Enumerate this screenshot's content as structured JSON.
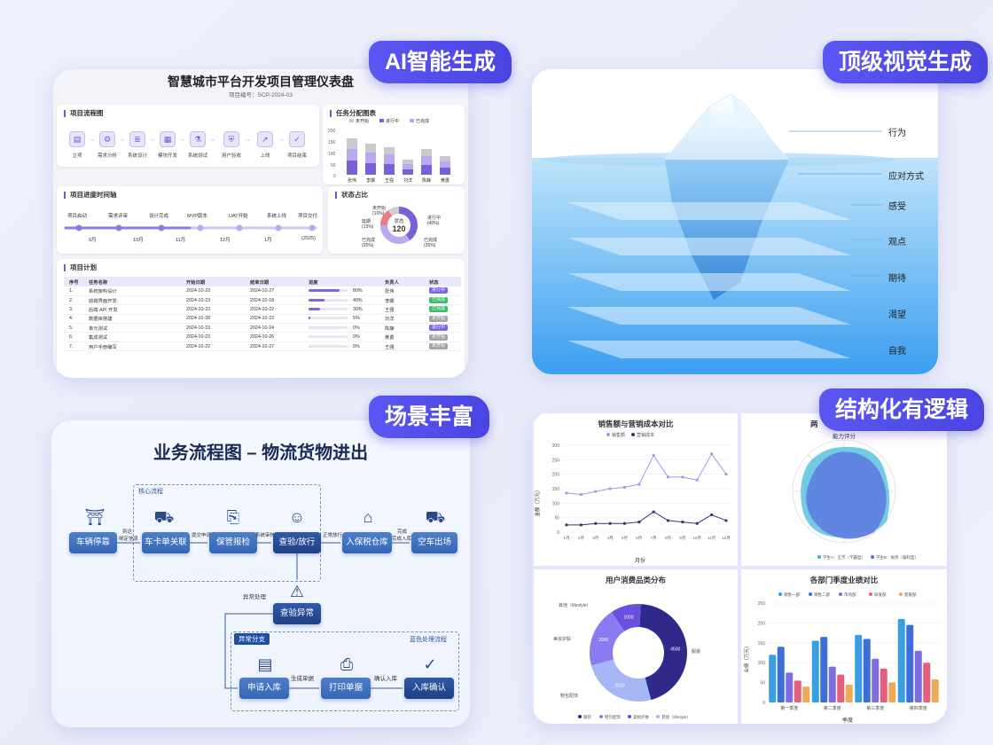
{
  "tags": {
    "t1": "AI智能生成",
    "t2": "顶级视觉生成",
    "t3": "场景丰富",
    "t4": "结构化有逻辑"
  },
  "dashboard": {
    "title": "智慧城市平台开发项目管理仪表盘",
    "subtitle": "项目编号：SCP-2024-03",
    "flow_title": "项目流程图",
    "flow_steps": [
      "立项",
      "需求分析",
      "系统设计",
      "模块开发",
      "系统测试",
      "用户验收",
      "上线",
      "项目结束"
    ],
    "task_title": "任务分配图表",
    "task_legend": [
      "未开始",
      "进行中",
      "已完成"
    ],
    "task_people": [
      "张伟",
      "李娜",
      "王强",
      "刘洋",
      "陈静",
      "黄勇"
    ],
    "task_ticks": [
      "200",
      "150",
      "100",
      "50",
      "0"
    ],
    "timeline_title": "项目进度时间轴",
    "milestones": [
      "项目启动",
      "需求评审",
      "设计完成",
      "MVP版本",
      "UAT开始",
      "系统上线",
      "项目交付"
    ],
    "months": [
      "9月",
      "10月",
      "11月",
      "12月",
      "1月",
      "(2025)"
    ],
    "status_title": "状态占比",
    "status_center": "状态",
    "status_total": "120",
    "status_labels": {
      "ns": "未开始",
      "ns_p": "(10%)",
      "done": "已完成",
      "done_p": "(35%)",
      "ip": "进行中",
      "ip_p": "(40%)",
      "dl": "延期",
      "dl_p": "(15%)"
    },
    "plan_title": "项目计划",
    "plan_headers": [
      "序号",
      "任务名称",
      "开始日期",
      "结束日期",
      "进度",
      "负责人",
      "状态"
    ],
    "plan_rows": [
      {
        "no": "1.",
        "name": "系统架构设计",
        "start": "2024-10-23",
        "end": "2024-10-27",
        "pct": "80%",
        "pv": 80,
        "owner": "张伟",
        "status": "进行中",
        "sc": "#7a66e6"
      },
      {
        "no": "2.",
        "name": "前端界面开发",
        "start": "2024-10-23",
        "end": "2024-10-18",
        "pct": "40%",
        "pv": 40,
        "owner": "李娜",
        "status": "已完成",
        "sc": "#3cbf6a"
      },
      {
        "no": "3.",
        "name": "后端 API 开发",
        "start": "2024-10-23",
        "end": "2024-10-22",
        "pct": "30%",
        "pv": 30,
        "owner": "王强",
        "status": "已完成",
        "sc": "#3cbf6a"
      },
      {
        "no": "4.",
        "name": "数据库搭建",
        "start": "2024-10-28",
        "end": "2024-10-23",
        "pct": "5%",
        "pv": 5,
        "owner": "刘洋",
        "status": "未开始",
        "sc": "#a3a3a8"
      },
      {
        "no": "5.",
        "name": "单元测试",
        "start": "2024-10-23",
        "end": "2024-10-24",
        "pct": "0%",
        "pv": 0,
        "owner": "陈静",
        "status": "进行中",
        "sc": "#7a66e6"
      },
      {
        "no": "6.",
        "name": "集成测试",
        "start": "2024-10-23",
        "end": "2024-10-26",
        "pct": "0%",
        "pv": 0,
        "owner": "黄勇",
        "status": "未开始",
        "sc": "#a3a3a8"
      },
      {
        "no": "7.",
        "name": "用户手册编写",
        "start": "2024-10-22",
        "end": "2024-10-27",
        "pct": "0%",
        "pv": 0,
        "owner": "王强",
        "status": "未开始",
        "sc": "#a3a3a8"
      }
    ]
  },
  "iceberg": {
    "labels": [
      "行为",
      "应对方式",
      "感受",
      "观点",
      "期待",
      "渴望",
      "自我"
    ]
  },
  "flowchart": {
    "title": "业务流程图 – 物流货物进出",
    "core": "核心流程",
    "nodes": {
      "n1": "车辆停靠",
      "n2": "车卡单关联",
      "n3": "保管报检",
      "n4": "查验/放行",
      "n5": "入保税仓库",
      "n6": "空车出场",
      "n7": "查验异常",
      "n8": "申请入库",
      "n9": "打印单据",
      "n10": "入库确认"
    },
    "edges": {
      "e1a": "到达",
      "e1b": "绑定信息",
      "e2": "提交申请",
      "e3": "系统审核",
      "e4": "正常放行",
      "e5a": "完成",
      "e5b": "完成入库",
      "e7": "异常处理",
      "e8": "生成单据",
      "e9": "确认入库"
    },
    "exc_tag": "异常分支",
    "exc_right": "蓝色处理流程"
  },
  "chart_data": [
    {
      "type": "line",
      "title": "销售额与营销成本对比",
      "legend": [
        "销售额",
        "营销成本"
      ],
      "x": [
        "1月",
        "2月",
        "3月",
        "4月",
        "5月",
        "6月",
        "7月",
        "8月",
        "9月",
        "10月",
        "11月",
        "12月"
      ],
      "series": [
        {
          "name": "销售额",
          "values": [
            135,
            130,
            140,
            150,
            155,
            165,
            265,
            190,
            190,
            180,
            270,
            200
          ]
        },
        {
          "name": "营销成本",
          "values": [
            25,
            25,
            30,
            30,
            30,
            35,
            70,
            40,
            35,
            30,
            60,
            40
          ]
        }
      ],
      "ylabel": "金额（万元）",
      "xlabel": "月份",
      "ylim": [
        0,
        300
      ],
      "yticks": [
        "300",
        "250",
        "200",
        "150",
        "100",
        "50",
        "0"
      ]
    },
    {
      "type": "radar",
      "title": "两",
      "subtitle": "能力评分",
      "legend": [
        "学生A：王芳（学霸型）",
        "学生B：张伟（偏科型）"
      ]
    },
    {
      "type": "pie",
      "title": "用户消费品类分布",
      "categories": [
        "服装",
        "鞋包配饰",
        "美妆护肤",
        "其他（lifestyle）"
      ],
      "values": [
        4500,
        2500,
        2000,
        1000
      ],
      "outer_labels": {
        "top": "其他（lifestyle）",
        "left": "美妆护肤",
        "bottom": "鞋包配饰",
        "right": "服装"
      },
      "legend": [
        "服装",
        "鞋包配饰",
        "美妆护肤",
        "其他（lifestyle）"
      ]
    },
    {
      "type": "bar",
      "title": "各部门季度业绩对比",
      "categories": [
        "第一季度",
        "第二季度",
        "第三季度",
        "第四季度"
      ],
      "series": [
        {
          "name": "销售一部",
          "values": [
            120,
            155,
            170,
            210
          ]
        },
        {
          "name": "销售二部",
          "values": [
            140,
            165,
            160,
            195
          ]
        },
        {
          "name": "市场部",
          "values": [
            75,
            90,
            110,
            130
          ]
        },
        {
          "name": "研发部",
          "values": [
            55,
            70,
            85,
            100
          ]
        },
        {
          "name": "客服部",
          "values": [
            40,
            45,
            50,
            58
          ]
        }
      ],
      "legend": [
        "销售一部",
        "销售二部",
        "市场部",
        "研发部",
        "客服部"
      ],
      "ylabel": "业绩（万元）",
      "xlabel": "季度",
      "ylim": [
        0,
        250
      ],
      "yticks": [
        "250",
        "200",
        "150",
        "100",
        "50",
        "0"
      ]
    }
  ]
}
